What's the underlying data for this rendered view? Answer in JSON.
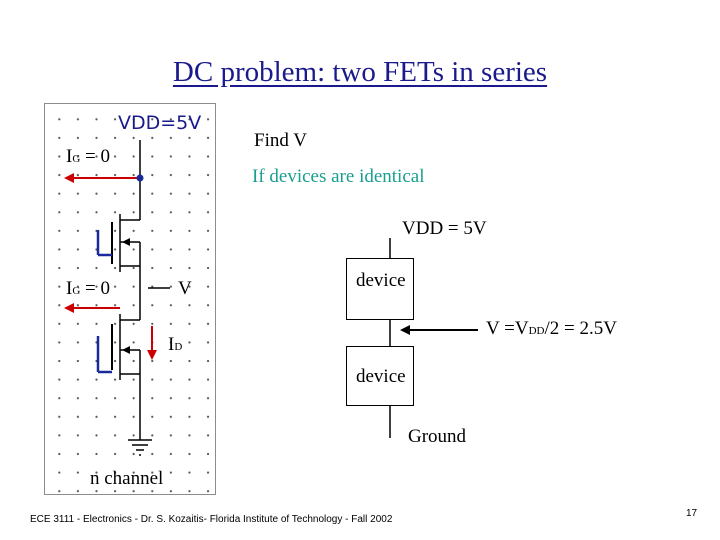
{
  "slide": {
    "title": "DC problem: two FETs in series",
    "footer": "ECE 3111 - Electronics - Dr. S. Kozaitis- Florida Institute of Technology - Fall 2002",
    "page_number": "17"
  },
  "schematic": {
    "vdd_label": "VDD=5V",
    "ig_top": {
      "letter": "I",
      "subscript": "G",
      "rest": " = 0"
    },
    "ig_bottom": {
      "letter": "I",
      "subscript": "G",
      "rest": " = 0"
    },
    "v_label": "V",
    "id_label": {
      "letter": "I",
      "subscript": "D"
    },
    "caption": "n channel"
  },
  "notes": {
    "find": "Find V",
    "identical": "If devices are identical"
  },
  "diagram": {
    "vdd": "VDD = 5V",
    "device_top": "device",
    "device_bottom": "device",
    "ground": "Ground",
    "v_result": {
      "prefix": "V =V",
      "subscript": "DD",
      "suffix": "/2 = 2.5V"
    }
  },
  "colors": {
    "title": "#1a1a8c",
    "teal": "#1a9e8f",
    "red_arrow": "#cc0000",
    "fet_blue": "#1a2a9c"
  }
}
